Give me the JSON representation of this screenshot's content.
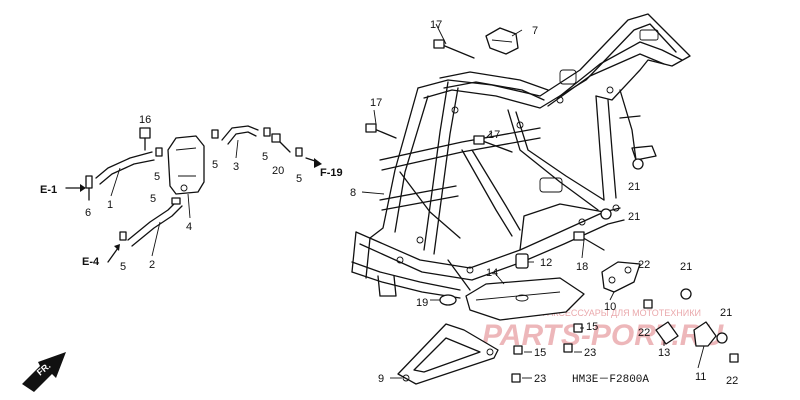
{
  "diagram": {
    "code": "HM3E－F2800A",
    "front_label": "FR.",
    "watermark_main": "PARTS-PORT.RU",
    "watermark_sub": "ЗАПЧАСТИ И АКСЕССУАРЫ ДЛЯ МОТОТЕХНИКИ"
  },
  "refs": {
    "e1": "E-1",
    "e4": "E-4",
    "f19": "F-19"
  },
  "callouts": {
    "c1": "1",
    "c2": "2",
    "c3": "3",
    "c4": "4",
    "c5a": "5",
    "c5b": "5",
    "c5c": "5",
    "c5d": "5",
    "c5e": "5",
    "c5f": "5",
    "c6": "6",
    "c7": "7",
    "c8": "8",
    "c9": "9",
    "c10": "10",
    "c11": "11",
    "c12": "12",
    "c13": "13",
    "c14": "14",
    "c15a": "15",
    "c15b": "15",
    "c16": "16",
    "c17a": "17",
    "c17b": "17",
    "c17c": "17",
    "c18": "18",
    "c19": "19",
    "c20": "20",
    "c21a": "21",
    "c21b": "21",
    "c21c": "21",
    "c21d": "21",
    "c22a": "22",
    "c22b": "22",
    "c22c": "22",
    "c23a": "23",
    "c23b": "23"
  }
}
